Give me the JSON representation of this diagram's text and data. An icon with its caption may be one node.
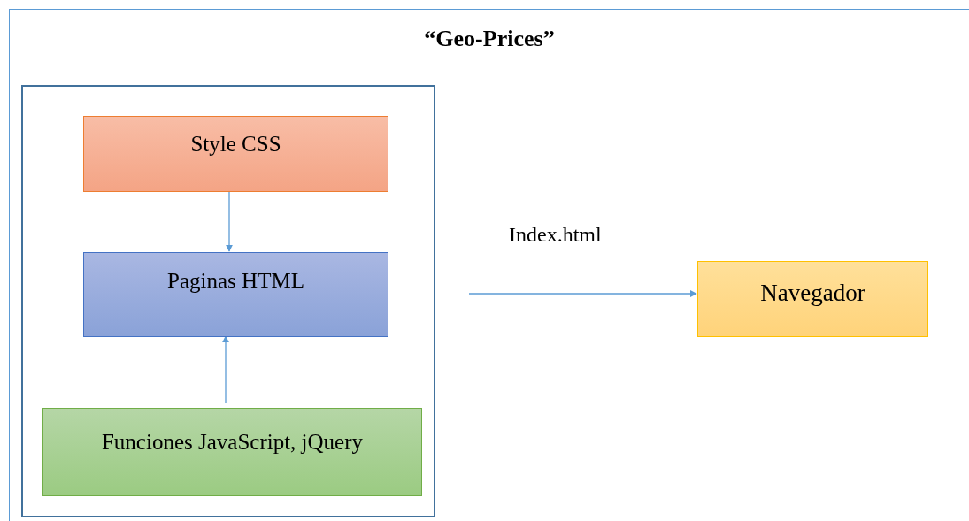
{
  "diagram": {
    "nodes": [
      {
        "text": [
          "“Geo-Prices”"
        ]
      },
      {
        "text": [],
        "shape": "box",
        "in": 0
      },
      {
        "text": [
          "Style CSS"
        ],
        "in": 1
      },
      {
        "text": [
          "Paginas HTML"
        ],
        "in": 1
      },
      {
        "text": [
          "Funciones JavaScript, jQuery"
        ],
        "in": 1
      },
      {
        "text": [
          "Navegador"
        ],
        "in": 0
      }
    ],
    "edges": [
      {
        "from": 2,
        "to": 3,
        "arrow": "to"
      },
      {
        "from": 4,
        "to": 3,
        "arrow": "to"
      },
      {
        "from": null,
        "to": 5,
        "arrow": "to",
        "label": "Index.html"
      }
    ]
  }
}
